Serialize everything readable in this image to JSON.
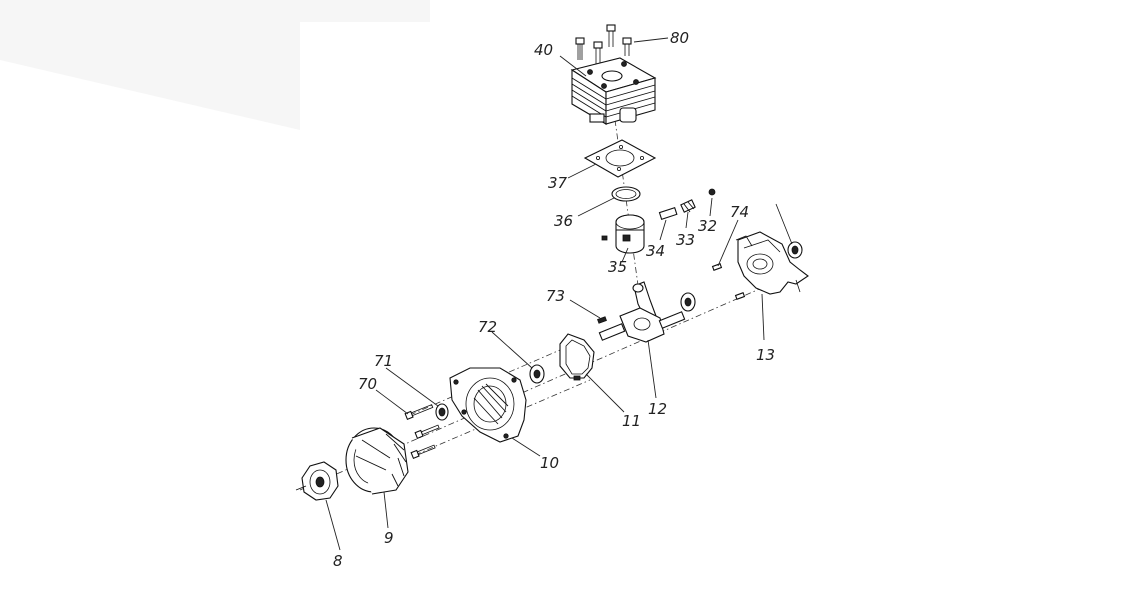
{
  "callouts": {
    "p80": "80",
    "p40": "40",
    "p37": "37",
    "p36": "36",
    "p35": "35",
    "p34": "34",
    "p33": "33",
    "p32": "32",
    "p74": "74",
    "p73": "73",
    "p72": "72",
    "p71": "71",
    "p70": "70",
    "p13": "13",
    "p12": "12",
    "p11": "11",
    "p10": "10",
    "p9": "9",
    "p8": "8"
  }
}
